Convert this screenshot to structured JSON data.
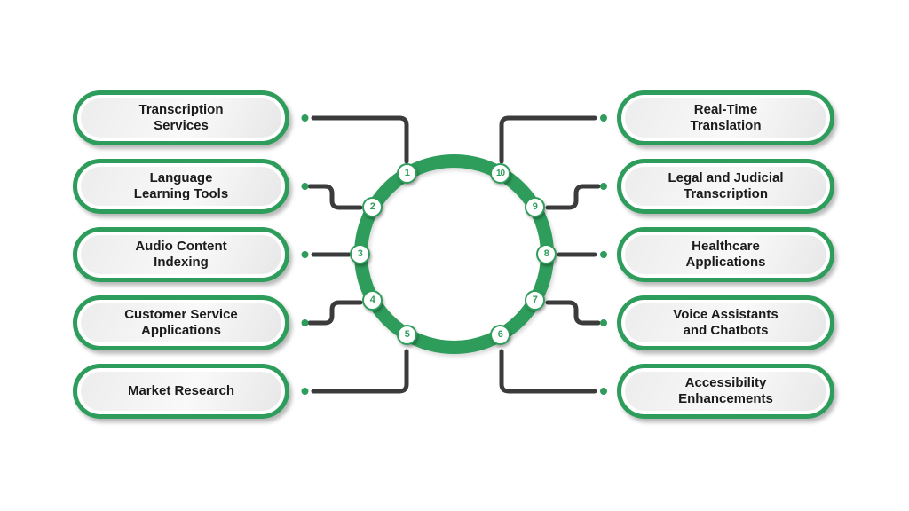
{
  "colors": {
    "accent_green": "#2e9d5b",
    "connector_dark": "#3b3b3b",
    "pill_fill_light": "#ebebeb",
    "text_dark": "#1b1b1b",
    "background": "#ffffff"
  },
  "left_items": [
    {
      "number": "1",
      "lines": [
        "Transcription",
        "Services"
      ]
    },
    {
      "number": "2",
      "lines": [
        "Language",
        "Learning Tools"
      ]
    },
    {
      "number": "3",
      "lines": [
        "Audio Content",
        "Indexing"
      ]
    },
    {
      "number": "4",
      "lines": [
        "Customer Service",
        "Applications"
      ]
    },
    {
      "number": "5",
      "lines": [
        "Market Research"
      ]
    }
  ],
  "right_items": [
    {
      "number": "10",
      "lines": [
        "Real-Time",
        "Translation"
      ]
    },
    {
      "number": "9",
      "lines": [
        "Legal and Judicial",
        "Transcription"
      ]
    },
    {
      "number": "8",
      "lines": [
        "Healthcare",
        "Applications"
      ]
    },
    {
      "number": "7",
      "lines": [
        "Voice Assistants",
        "and Chatbots"
      ]
    },
    {
      "number": "6",
      "lines": [
        "Accessibility",
        "Enhancements"
      ]
    }
  ]
}
